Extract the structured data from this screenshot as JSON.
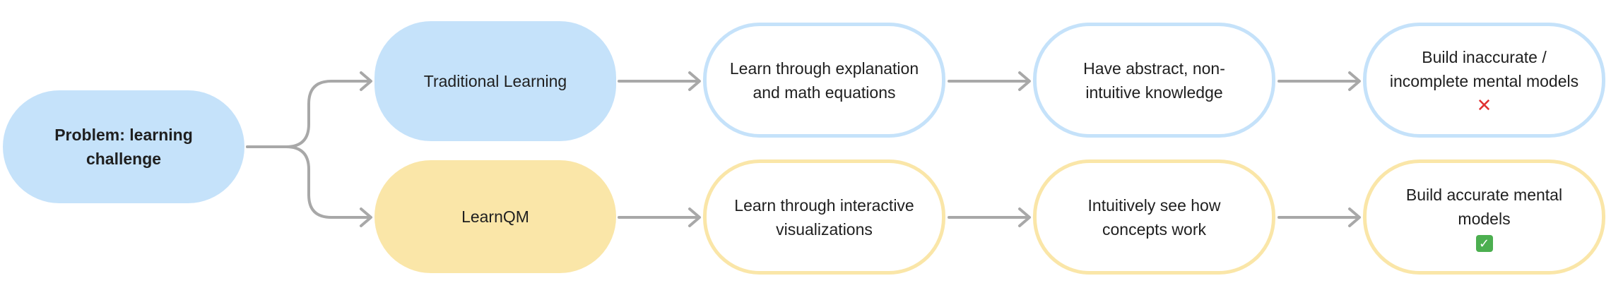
{
  "diagram": {
    "problem": {
      "label": "Problem: learning challenge"
    },
    "traditional_path": {
      "method": "Traditional Learning",
      "step1": "Learn through explanation and math equations",
      "step2": "Have abstract, non-intuitive knowledge",
      "outcome": "Build inaccurate / incomplete mental models",
      "outcome_marker": "✕",
      "outcome_icon": "red-cross-icon"
    },
    "learnqm_path": {
      "method": "LearnQM",
      "step1": "Learn through interactive visualizations",
      "step2": "Intuitively see how concepts work",
      "outcome": "Build accurate mental models",
      "outcome_marker": "✓",
      "outcome_icon": "green-checkmark-icon"
    },
    "colors": {
      "blue_fill": "#c5e2fa",
      "yellow_fill": "#fae6a8",
      "arrow": "#a8a8a8",
      "cross": "#e03131",
      "check_bg": "#4caf50"
    }
  }
}
